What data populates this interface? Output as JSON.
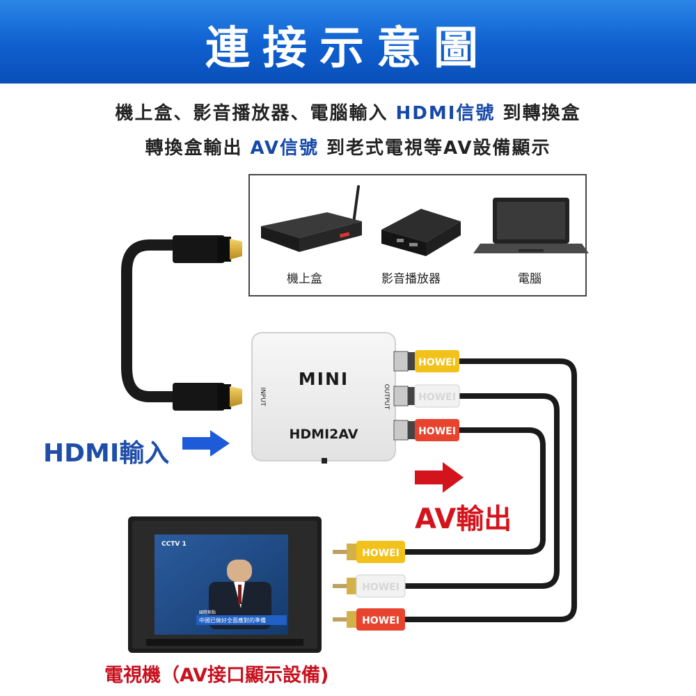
{
  "banner": {
    "title": "連接示意圖"
  },
  "subtitle": {
    "line1_pre": "機上盒、影音播放器、電腦輸入 ",
    "line1_hl": "HDMI信號",
    "line1_post": " 到轉換盒",
    "line2_pre": "轉換盒輸出 ",
    "line2_hl": "AV信號",
    "line2_post": " 到老式電視等AV設備顯示"
  },
  "devices": [
    {
      "label": "機上盒",
      "icon": "set-top-box-icon"
    },
    {
      "label": "影音播放器",
      "icon": "media-player-icon"
    },
    {
      "label": "電腦",
      "icon": "laptop-icon"
    }
  ],
  "converter": {
    "brand": "MINI",
    "model": "HDMI2AV",
    "input_port": "INPUT",
    "output_port": "OUTPUT"
  },
  "rca_brand": "HOWEI",
  "labels": {
    "hdmi_input": "HDMI輸入",
    "av_output": "AV輸出",
    "tv": "電視機（AV接口顯示設備)"
  },
  "tv_screen": {
    "channel_logo": "CCTV 1",
    "news_tag": "國際焦點",
    "ticker": "中國已做好全面應對的準備"
  },
  "colors": {
    "banner": "#0f5fcf",
    "highlight_blue": "#1548a8",
    "red": "#d4141c",
    "rca_yellow": "#f2c21a",
    "rca_white": "#f2f2f2",
    "rca_red": "#e8432e"
  }
}
